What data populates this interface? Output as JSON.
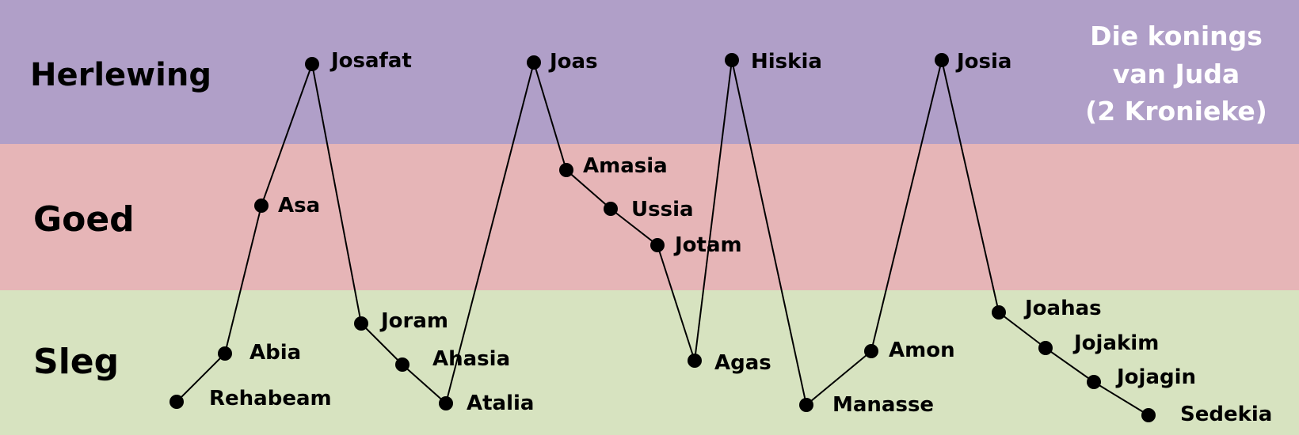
{
  "title_lines": [
    "Die konings",
    "van Juda",
    "(2 Kronieke)"
  ],
  "colors": {
    "band_herlewing": "#b09fc8",
    "band_goed": "#e6b5b7",
    "band_sleg": "#d7e3c0",
    "line": "#000000",
    "node": "#000000",
    "title": "#ffffff"
  },
  "bands": [
    {
      "id": "herlewing",
      "label": "Herlewing"
    },
    {
      "id": "goed",
      "label": "Goed"
    },
    {
      "id": "sleg",
      "label": "Sleg"
    }
  ],
  "kings": [
    {
      "name": "Rehabeam",
      "level": "sleg"
    },
    {
      "name": "Abia",
      "level": "sleg"
    },
    {
      "name": "Asa",
      "level": "goed"
    },
    {
      "name": "Josafat",
      "level": "herlewing"
    },
    {
      "name": "Joram",
      "level": "sleg"
    },
    {
      "name": "Ahasia",
      "level": "sleg"
    },
    {
      "name": "Atalia",
      "level": "sleg"
    },
    {
      "name": "Joas",
      "level": "herlewing"
    },
    {
      "name": "Amasia",
      "level": "goed"
    },
    {
      "name": "Ussia",
      "level": "goed"
    },
    {
      "name": "Jotam",
      "level": "goed"
    },
    {
      "name": "Agas",
      "level": "sleg"
    },
    {
      "name": "Hiskia",
      "level": "herlewing"
    },
    {
      "name": "Manasse",
      "level": "sleg"
    },
    {
      "name": "Amon",
      "level": "sleg"
    },
    {
      "name": "Josia",
      "level": "herlewing"
    },
    {
      "name": "Joahas",
      "level": "sleg"
    },
    {
      "name": "Jojakim",
      "level": "sleg"
    },
    {
      "name": "Jojagin",
      "level": "sleg"
    },
    {
      "name": "Sedekia",
      "level": "sleg"
    }
  ]
}
